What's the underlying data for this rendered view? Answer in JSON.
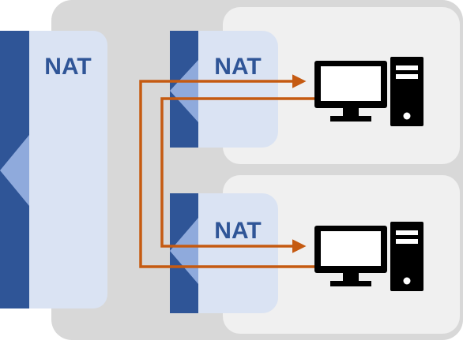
{
  "diagram": {
    "nats": [
      {
        "label": "NAT"
      },
      {
        "label": "NAT"
      },
      {
        "label": "NAT"
      }
    ],
    "computers": [
      {
        "icon": "desktop-computer-icon"
      },
      {
        "icon": "desktop-computer-icon"
      }
    ],
    "colors": {
      "outer_zone": "#d8d8d8",
      "inner_zone": "#f0f0f0",
      "nat_box": "#dae3f3",
      "nat_bar": "#2f5597",
      "nat_notch": "#8faadc",
      "nat_text": "#2f5597",
      "arrow": "#c55a11",
      "computer": "#000000"
    }
  }
}
